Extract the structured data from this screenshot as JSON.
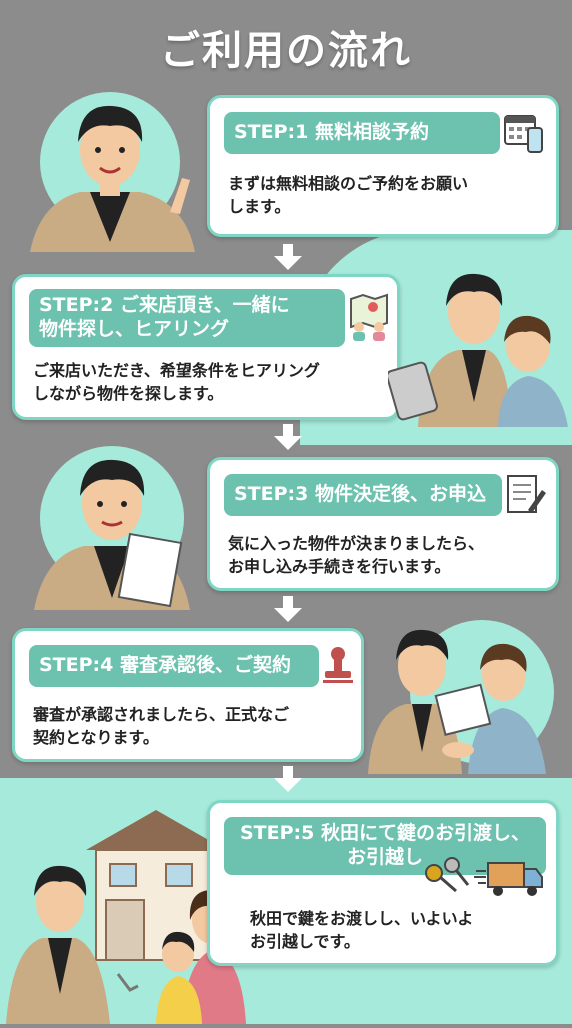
{
  "title": "ご利用の流れ",
  "steps": [
    {
      "head": "STEP:1  無料相談予約",
      "body": "まずは無料相談のご予約をお願い\nします。",
      "icon": "calendar-phone-icon"
    },
    {
      "head": "STEP:2  ご来店頂き、一緒に\n物件探し、ヒアリング",
      "body": "ご来店いただき、希望条件をヒアリング\nしながら物件を探します。",
      "icon": "map-people-icon"
    },
    {
      "head": "STEP:3  物件決定後、お申込",
      "body": "気に入った物件が決まりましたら、\nお申し込み手続きを行います。",
      "icon": "document-pen-icon"
    },
    {
      "head": "STEP:4  審査承認後、ご契約",
      "body": "審査が承認されましたら、正式なご\n契約となります。",
      "icon": "stamp-icon"
    },
    {
      "head": "STEP:5  秋田にて鍵のお引渡し、\nお引越し",
      "body": "秋田で鍵をお渡しし、いよいよ\nお引越しです。",
      "icon": "keys-truck-icon"
    }
  ],
  "colors": {
    "background": "#8c8c8c",
    "mint": "#a6eadb",
    "accent": "#6cc2ae",
    "jacket": "#c9ab84"
  }
}
